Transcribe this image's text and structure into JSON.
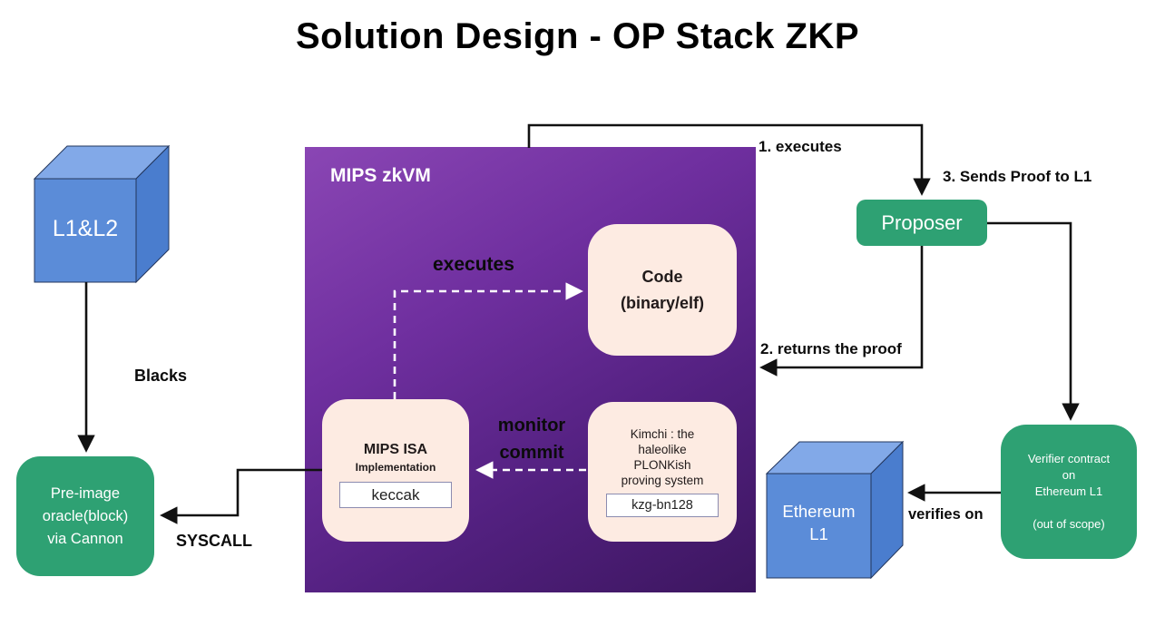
{
  "title": "Solution Design - OP Stack ZKP",
  "zkvm": {
    "label": "MIPS zkVM"
  },
  "nodes": {
    "l1l2": {
      "label": "L1&L2"
    },
    "code": {
      "text": "Code\n(binary/elf)"
    },
    "mips_isa": {
      "title": "MIPS ISA",
      "subtitle": "Implementation",
      "chip": "keccak"
    },
    "kimchi": {
      "text": "Kimchi : the\nhaleolike\nPLONKish\nproving system",
      "chip": "kzg-bn128"
    },
    "proposer": {
      "label": "Proposer"
    },
    "verifier": {
      "text": "Verifier contract\non\nEthereum L1\n\n(out of scope)"
    },
    "ethereum": {
      "text": "Ethereum\nL1"
    },
    "preimage": {
      "text": "Pre-image\noracle(block)\nvia Cannon"
    }
  },
  "labels": {
    "executes_internal": "executes",
    "monitor_commit": "monitor\ncommit",
    "step1": "1. executes",
    "step2": "2. returns the proof",
    "step3": "3. Sends Proof to L1",
    "blacks": "Blacks",
    "syscall": "SYSCALL",
    "verifies_on": "verifies on"
  },
  "colors": {
    "green": "#2ea173",
    "purple_light": "#8a46b4",
    "purple_dark": "#3c165f",
    "pink": "#fdebe2",
    "cube_front": "#5b8cd8",
    "cube_top": "#82a9e8",
    "cube_side": "#4a7dce",
    "arrow_black": "#111111",
    "arrow_white": "#ffffff"
  }
}
